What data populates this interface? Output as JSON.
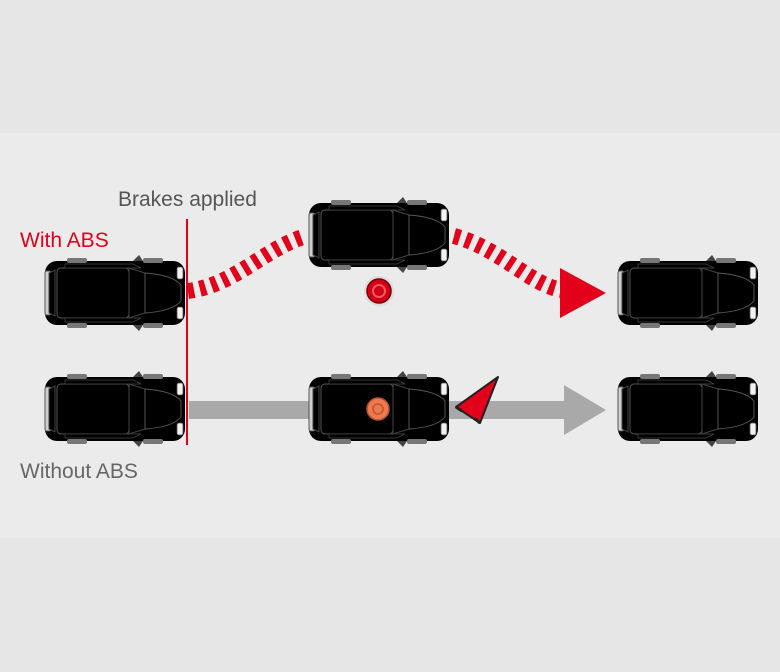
{
  "labels": {
    "brakes_applied": "Brakes applied",
    "with_abs": "With ABS",
    "without_abs": "Without ABS"
  },
  "colors": {
    "abs_red": "#e3001b",
    "car_red": "#f01820",
    "car_gray": "#bdbdbd",
    "arrow_gray": "#a9a9a9",
    "warning_orange": "#ee7a4f",
    "background": "#ebebeb"
  },
  "icons": {
    "abs_indicator": "brake-warning-light-icon",
    "skid_indicator": "orange-warning-light-icon",
    "obstacle": "warning-triangle-icon"
  }
}
